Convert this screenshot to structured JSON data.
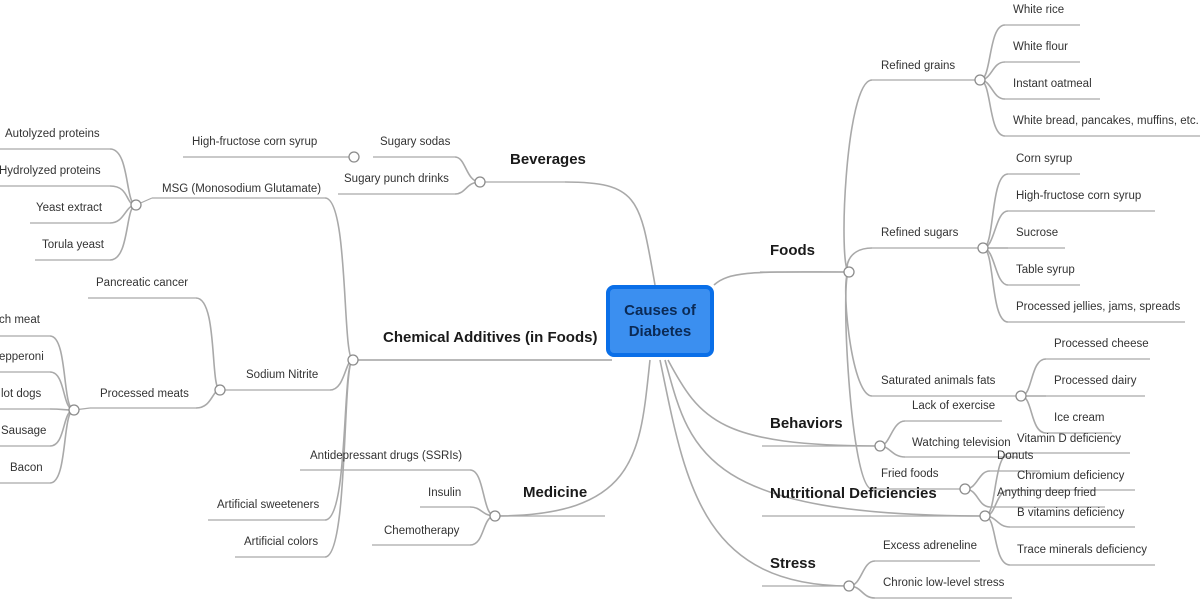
{
  "map": {
    "root": {
      "title": "Causes of\nDiabetes"
    },
    "branches": {
      "beverages": {
        "label": "Beverages",
        "items": [
          {
            "label": "Sugary sodas",
            "children": [
              {
                "label": "High-fructose corn syrup"
              }
            ]
          },
          {
            "label": "Sugary punch drinks"
          }
        ]
      },
      "chemical": {
        "label": "Chemical Additives (in Foods)",
        "items": [
          {
            "label": "MSG (Monosodium Glutamate)",
            "children": [
              {
                "label": "Autolyzed proteins"
              },
              {
                "label": "Hydrolyzed proteins"
              },
              {
                "label": "Yeast extract"
              },
              {
                "label": "Torula yeast"
              }
            ]
          },
          {
            "label": "Sodium Nitrite",
            "children": [
              {
                "label": "Pancreatic cancer"
              },
              {
                "label": "Processed meats",
                "children": [
                  {
                    "label": "ch meat"
                  },
                  {
                    "label": "epperoni"
                  },
                  {
                    "label": "lot dogs"
                  },
                  {
                    "label": "Sausage"
                  },
                  {
                    "label": "Bacon"
                  }
                ]
              }
            ]
          },
          {
            "label": "Artificial sweeteners"
          },
          {
            "label": "Artificial colors"
          }
        ]
      },
      "medicine": {
        "label": "Medicine",
        "items": [
          {
            "label": "Antidepressant drugs (SSRIs)"
          },
          {
            "label": "Insulin"
          },
          {
            "label": "Chemotherapy"
          }
        ]
      },
      "foods": {
        "label": "Foods",
        "items": [
          {
            "label": "Refined grains",
            "children": [
              {
                "label": "White rice"
              },
              {
                "label": "White flour"
              },
              {
                "label": "Instant oatmeal"
              },
              {
                "label": "White bread, pancakes, muffins, etc."
              }
            ]
          },
          {
            "label": "Refined sugars",
            "children": [
              {
                "label": "Corn syrup"
              },
              {
                "label": "High-fructose corn syrup"
              },
              {
                "label": "Sucrose"
              },
              {
                "label": "Table syrup"
              },
              {
                "label": "Processed jellies, jams, spreads"
              }
            ]
          },
          {
            "label": "Saturated animals fats",
            "children": [
              {
                "label": "Processed cheese"
              },
              {
                "label": "Processed dairy"
              },
              {
                "label": "Ice cream"
              }
            ]
          },
          {
            "label": "Fried foods",
            "children": [
              {
                "label": "Donuts"
              },
              {
                "label": "Anything deep fried"
              }
            ]
          }
        ]
      },
      "behaviors": {
        "label": "Behaviors",
        "items": [
          {
            "label": "Lack of exercise"
          },
          {
            "label": "Watching television"
          }
        ]
      },
      "nutritional": {
        "label": "Nutritional Deficiencies",
        "items": [
          {
            "label": "Vitamin D deficiency"
          },
          {
            "label": "Chromium deficiency"
          },
          {
            "label": "B vitamins deficiency"
          },
          {
            "label": "Trace minerals deficiency"
          }
        ]
      },
      "stress": {
        "label": "Stress",
        "items": [
          {
            "label": "Excess adreneline"
          },
          {
            "label": "Chronic low-level stress"
          }
        ]
      }
    }
  }
}
